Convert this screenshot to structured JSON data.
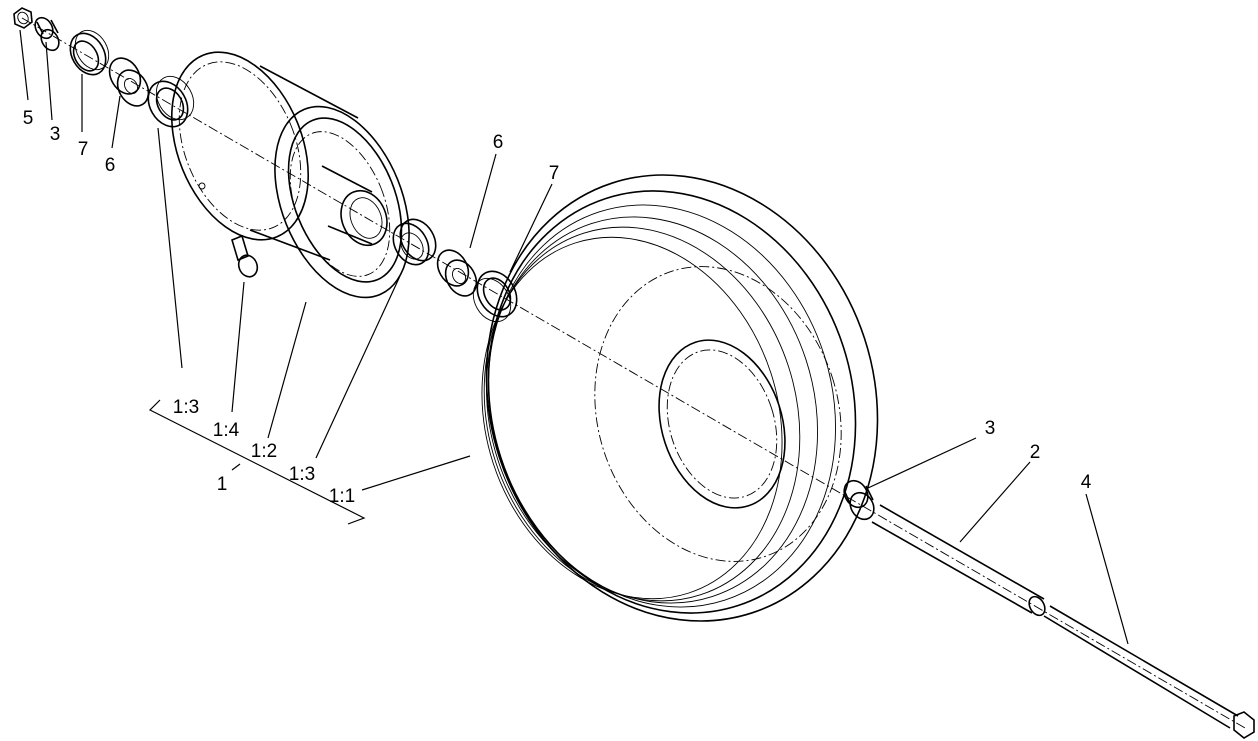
{
  "callouts": {
    "nut_left": "5",
    "spacer_left": "3",
    "seal_left": "7",
    "bearing_left": "6",
    "sub_bearing_cup_left": "1:3",
    "sub_valve_stem": "1:4",
    "sub_rim": "1:2",
    "sub_bearing_cup_right": "1:3",
    "assembly": "1",
    "sub_tire": "1:1",
    "bearing_right": "6",
    "seal_right": "7",
    "spacer_right": "3",
    "axle_tube": "2",
    "bolt": "4"
  }
}
